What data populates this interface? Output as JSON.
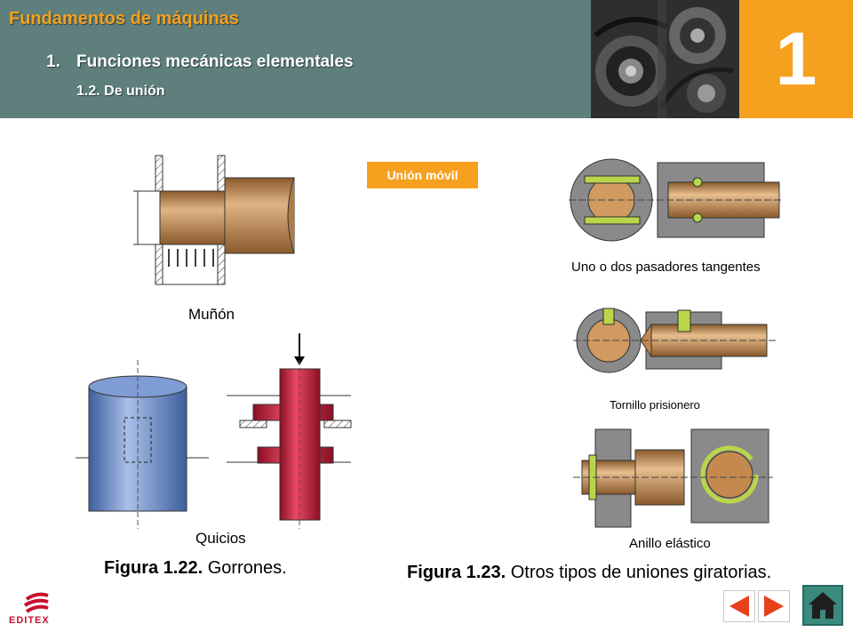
{
  "header": {
    "course_title": "Fundamentos de máquinas",
    "section_number": "1.",
    "section_title": "Funciones mecánicas elementales",
    "subsection_title": "1.2. De unión",
    "chapter_number": "1"
  },
  "badge": {
    "label": "Unión móvil"
  },
  "figures": {
    "munon_label": "Muñón",
    "quicios_label": "Quicios",
    "pasadores_label": "Uno o dos pasadores tangentes",
    "tornillo_label": "Tornillo prisionero",
    "anillo_label": "Anillo elástico"
  },
  "captions": {
    "fig_122_number": "Figura 1.22.",
    "fig_122_text": " Gorrones.",
    "fig_123_number": "Figura 1.23.",
    "fig_123_text": " Otros tipos de uniones giratorias."
  },
  "branding": {
    "logo_text": "EDITEX"
  },
  "colors": {
    "header_bg": "#5e7f7c",
    "accent_orange": "#f6a01f",
    "bronze": "#c4894f",
    "blue_shaft": "#6f8fc9",
    "red_shaft": "#c8203c",
    "housing_grey": "#8a8a8a",
    "nav_red": "#e8401a",
    "home_green": "#3a8a7e"
  }
}
